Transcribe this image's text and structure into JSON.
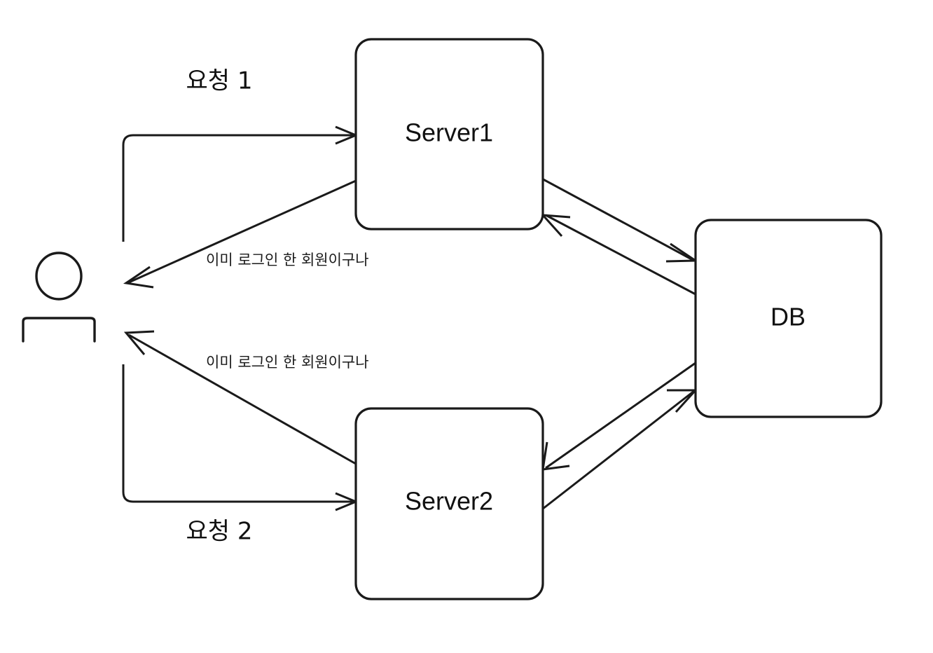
{
  "diagram": {
    "title": "Session sharing between load-balanced servers and a database",
    "background_color": "#ffffff",
    "stroke_color": "#1a1a1a",
    "nodes": {
      "actor": {
        "name": "user-actor",
        "label": ""
      },
      "server1": {
        "label": "Server1"
      },
      "server2": {
        "label": "Server2"
      },
      "db": {
        "label": "DB"
      }
    },
    "edges": {
      "request1": {
        "label": "요청 1",
        "from": "user-actor",
        "to": "Server1"
      },
      "request2": {
        "label": "요청 2",
        "from": "user-actor",
        "to": "Server2"
      },
      "response1": {
        "label": "이미 로그인 한 회원이구나",
        "from": "Server1",
        "to": "user-actor"
      },
      "response2": {
        "label": "이미 로그인 한 회원이구나",
        "from": "Server2",
        "to": "user-actor"
      },
      "server1_to_db": {
        "label": "",
        "from": "Server1",
        "to": "DB"
      },
      "db_to_server1": {
        "label": "",
        "from": "DB",
        "to": "Server1"
      },
      "server2_to_db": {
        "label": "",
        "from": "Server2",
        "to": "DB"
      },
      "db_to_server2": {
        "label": "",
        "from": "DB",
        "to": "Server2"
      }
    }
  }
}
